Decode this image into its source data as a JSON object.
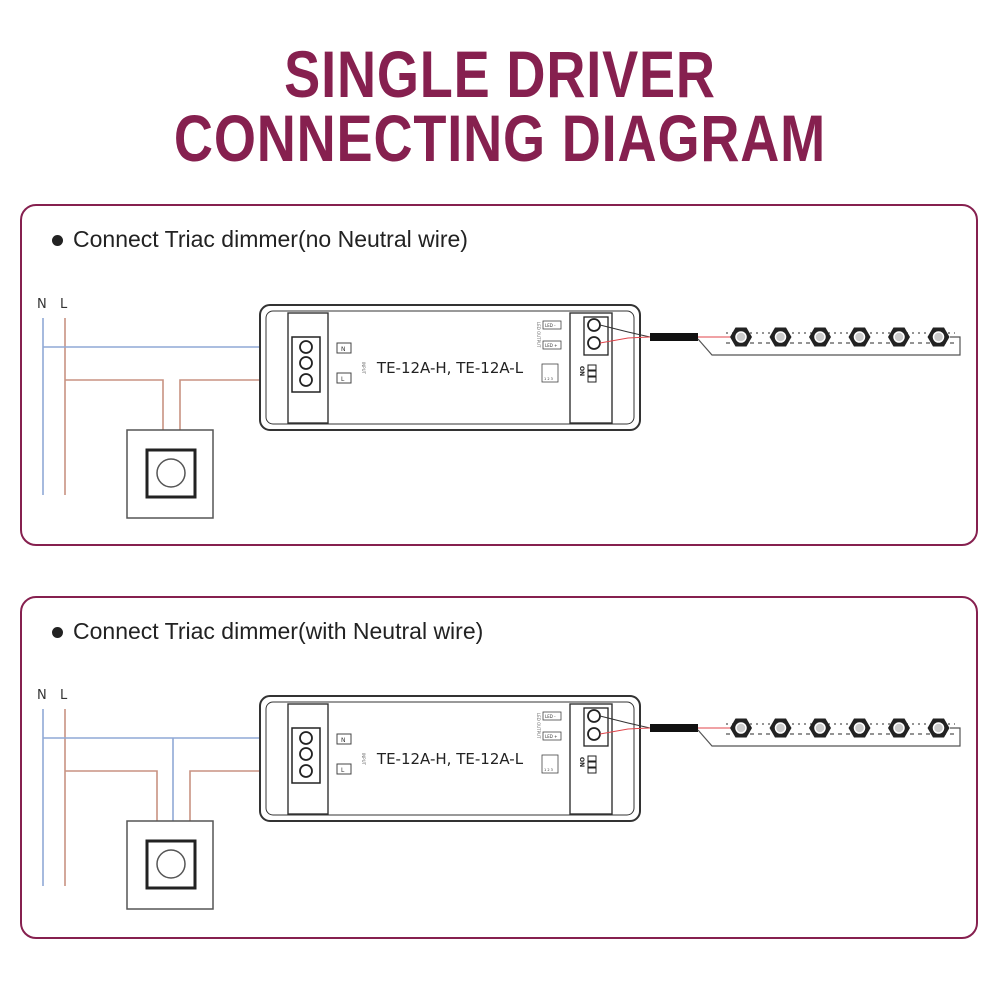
{
  "title": {
    "line1": "SINGLE DRIVER",
    "line2": "CONNECTING DIAGRAM"
  },
  "panels": [
    {
      "heading": "Connect Triac dimmer(no Neutral wire)",
      "neutral_to_dimmer": false
    },
    {
      "heading": "Connect Triac dimmer(with Neutral wire)",
      "neutral_to_dimmer": true
    }
  ],
  "labels": {
    "n": "N",
    "l": "L",
    "input": "INPUT",
    "led_output": "LED OUTPUT",
    "led_minus": "LED -",
    "led_plus": "LED +",
    "on": "ON",
    "dip": "1 2 3"
  },
  "driver": {
    "model": "TE-12A-H, TE-12A-L"
  },
  "led_count": 6,
  "colors": {
    "accent": "#86204f",
    "neutral_wire": "#8fa9d6",
    "live_wire": "#c89282",
    "led_wire": "#e0454b",
    "outline": "#333333"
  }
}
